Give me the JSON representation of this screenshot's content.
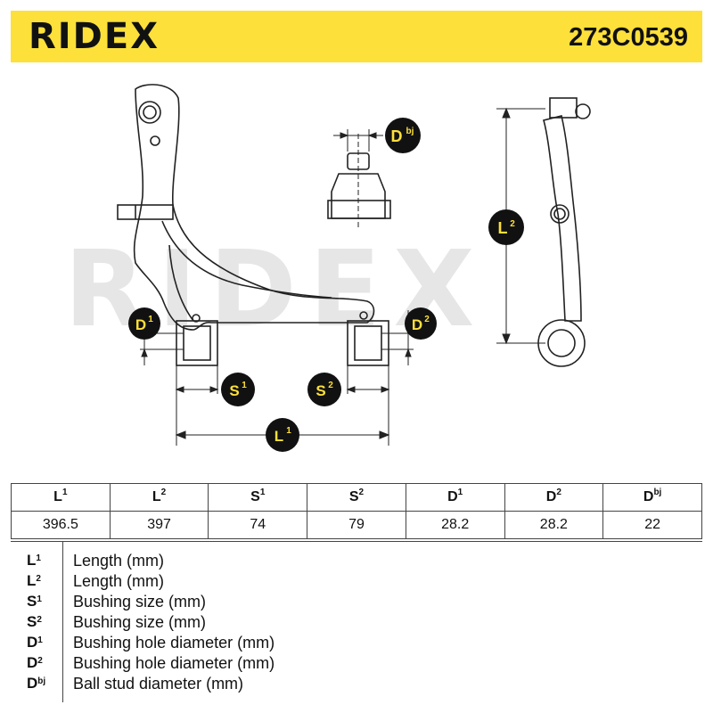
{
  "header": {
    "brand": "RIDEX",
    "part_number": "273C0539",
    "accent": "#fde03a"
  },
  "watermark": "RIDEX",
  "diagram": {
    "labels": {
      "d1": {
        "main": "D",
        "sup": "1"
      },
      "d2": {
        "main": "D",
        "sup": "2"
      },
      "dbj": {
        "main": "D",
        "sup": "bj"
      },
      "l1": {
        "main": "L",
        "sup": "1"
      },
      "l2": {
        "main": "L",
        "sup": "2"
      },
      "s1": {
        "main": "S",
        "sup": "1"
      },
      "s2": {
        "main": "S",
        "sup": "2"
      }
    }
  },
  "table": {
    "headers": [
      {
        "main": "L",
        "sup": "1"
      },
      {
        "main": "L",
        "sup": "2"
      },
      {
        "main": "S",
        "sup": "1"
      },
      {
        "main": "S",
        "sup": "2"
      },
      {
        "main": "D",
        "sup": "1"
      },
      {
        "main": "D",
        "sup": "2"
      },
      {
        "main": "D",
        "sup": "bj"
      }
    ],
    "values": [
      "396.5",
      "397",
      "74",
      "79",
      "28.2",
      "28.2",
      "22"
    ]
  },
  "legend": [
    {
      "main": "L",
      "sup": "1",
      "desc": "Length (mm)"
    },
    {
      "main": "L",
      "sup": "2",
      "desc": "Length (mm)"
    },
    {
      "main": "S",
      "sup": "1",
      "desc": "Bushing size (mm)"
    },
    {
      "main": "S",
      "sup": "2",
      "desc": "Bushing size (mm)"
    },
    {
      "main": "D",
      "sup": "1",
      "desc": "Bushing hole diameter (mm)"
    },
    {
      "main": "D",
      "sup": "2",
      "desc": "Bushing hole diameter (mm)"
    },
    {
      "main": "D",
      "sup": "bj",
      "desc": "Ball stud diameter (mm)"
    }
  ]
}
